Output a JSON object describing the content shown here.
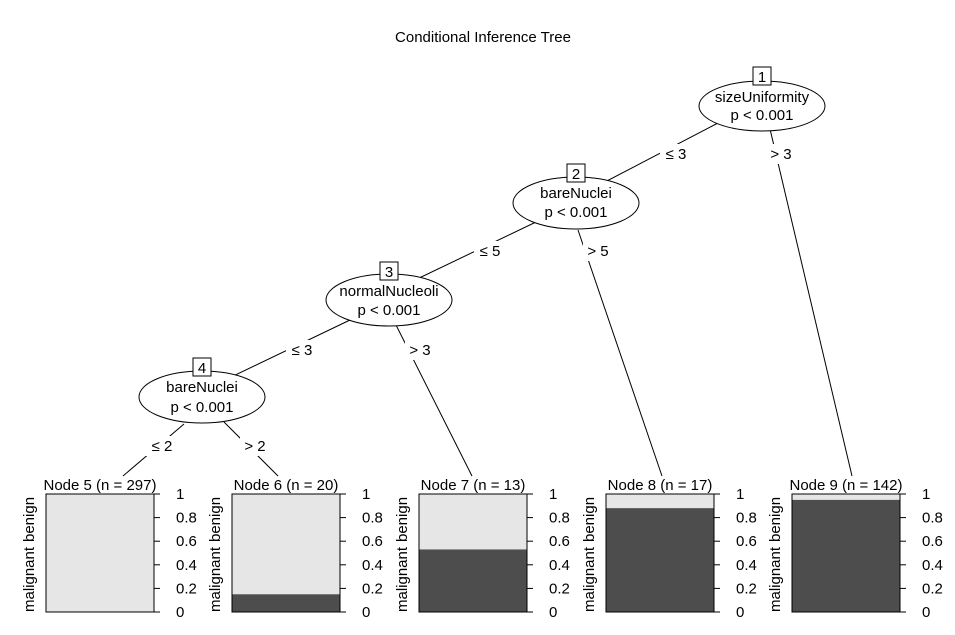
{
  "title": "Conditional Inference Tree",
  "inner_nodes": [
    {
      "id": "1",
      "variable": "sizeUniformity",
      "p": "p < 0.001"
    },
    {
      "id": "2",
      "variable": "bareNuclei",
      "p": "p < 0.001"
    },
    {
      "id": "3",
      "variable": "normalNucleoli",
      "p": "p < 0.001"
    },
    {
      "id": "4",
      "variable": "bareNuclei",
      "p": "p < 0.001"
    }
  ],
  "edge_labels": [
    {
      "from": "1",
      "to": "2",
      "label": "≤ 3"
    },
    {
      "from": "1",
      "to": "9",
      "label": "> 3"
    },
    {
      "from": "2",
      "to": "3",
      "label": "≤ 5"
    },
    {
      "from": "2",
      "to": "8",
      "label": "> 5"
    },
    {
      "from": "3",
      "to": "4",
      "label": "≤ 3"
    },
    {
      "from": "3",
      "to": "7",
      "label": "> 3"
    },
    {
      "from": "4",
      "to": "5",
      "label": "≤ 2"
    },
    {
      "from": "4",
      "to": "6",
      "label": "> 2"
    }
  ],
  "leaf_y_labels": {
    "bottom": "malignant",
    "top": "benign"
  },
  "leaf_ticks": [
    "0",
    "0.2",
    "0.4",
    "0.6",
    "0.8",
    "1"
  ],
  "chart_data": {
    "type": "bar",
    "categories": [
      "Node 5 (n = 297)",
      "Node 6 (n = 20)",
      "Node 7 (n = 13)",
      "Node 8 (n = 17)",
      "Node 9 (n = 142)"
    ],
    "series": [
      {
        "name": "malignant",
        "values": [
          0.0,
          0.15,
          0.53,
          0.88,
          0.95
        ]
      },
      {
        "name": "benign",
        "values": [
          1.0,
          0.85,
          0.47,
          0.12,
          0.05
        ]
      }
    ],
    "ylim": [
      0,
      1
    ]
  }
}
